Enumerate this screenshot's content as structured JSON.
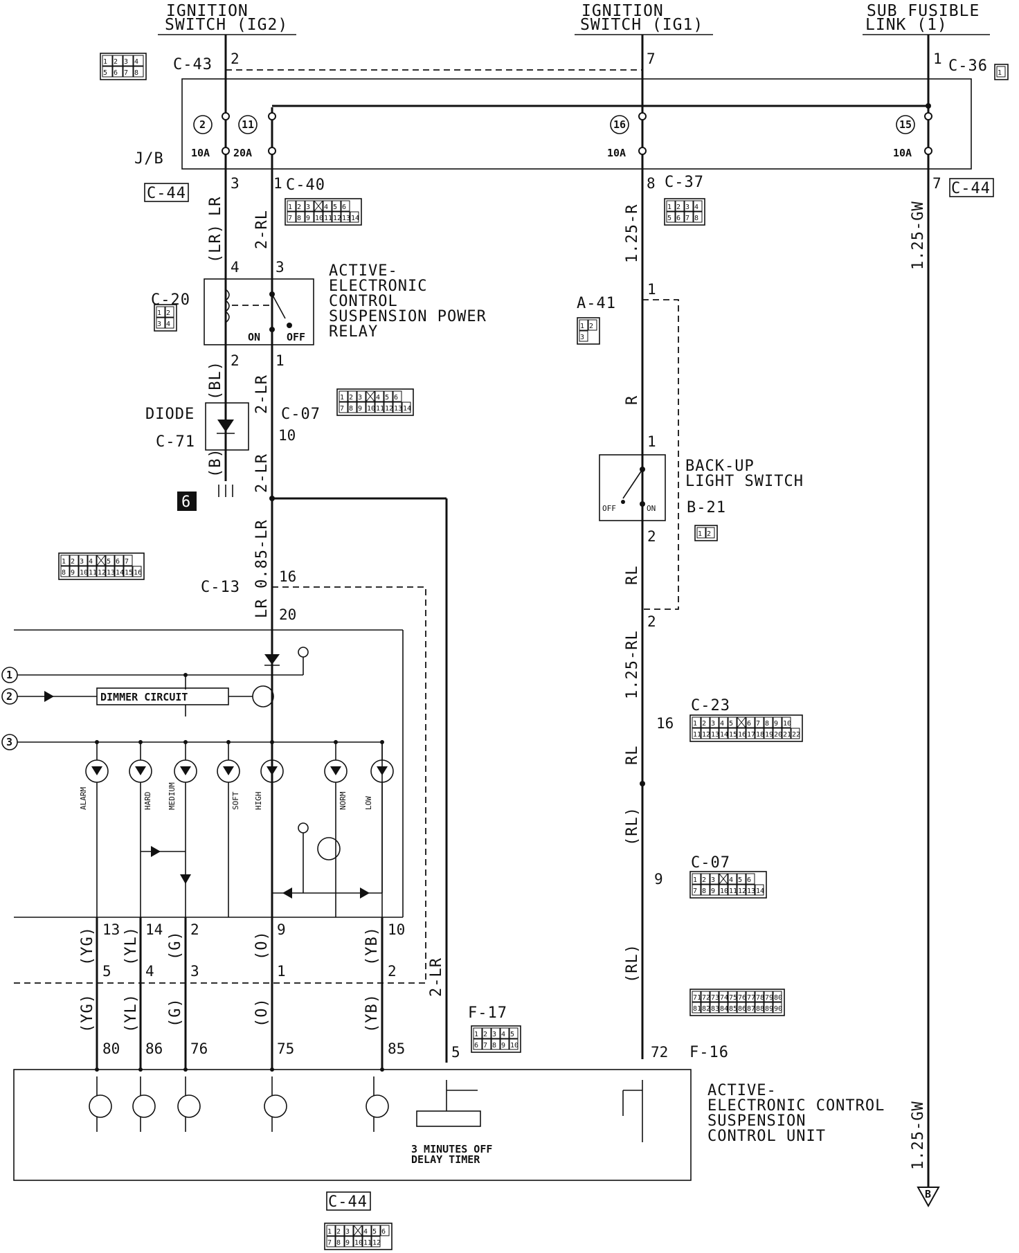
{
  "headers": {
    "ig2": [
      "IGNITION",
      "SWITCH (IG2)"
    ],
    "ig1": [
      "IGNITION",
      "SWITCH (IG1)"
    ],
    "sub_fusible": [
      "SUB FUSIBLE",
      "LINK (1)"
    ]
  },
  "connectors": {
    "c43": "C-43",
    "c36": "C-36",
    "jb": "J/B",
    "c44": "C-44",
    "c40": "C-40",
    "c37": "C-37",
    "c20": "C-20",
    "a41": "A-41",
    "c07": "C-07",
    "c71": "C-71",
    "b21": "B-21",
    "c13": "C-13",
    "c23": "C-23",
    "f17": "F-17",
    "f16": "F-16"
  },
  "fuses": {
    "f2": "2",
    "f11": "11",
    "f16": "16",
    "f15": "15",
    "a10_left": "10A",
    "a20": "20A",
    "a10_mid": "10A",
    "a10_right": "10A"
  },
  "pins": {
    "ig2_2": "2",
    "ig1_7": "7",
    "sub_1": "1",
    "jb_3": "3",
    "jb_1": "1",
    "jb_8": "8",
    "jb_7": "7",
    "relay_4": "4",
    "relay_3": "3",
    "relay_2": "2",
    "relay_1": "1",
    "a41_1": "1",
    "c07_10": "10",
    "b21_1": "1",
    "b21_2": "2",
    "c13_16": "16",
    "c13_20": "20",
    "rl_2": "2",
    "c23_16": "16",
    "c07_9": "9",
    "p13": "13",
    "p14": "14",
    "p2": "2",
    "p9": "9",
    "p10": "10",
    "q5": "5",
    "q4": "4",
    "q3": "3",
    "q1": "1",
    "q2": "2",
    "e80": "80",
    "e86": "86",
    "e76": "76",
    "e75": "75",
    "e85": "85",
    "e5": "5",
    "e72": "72"
  },
  "wire_labels": {
    "lr1": "LR",
    "lr1p": "(LR)",
    "rl2": "2-RL",
    "r125": "1.25-R",
    "gw125": "1.25-GW",
    "bl": "(BL)",
    "lr2": "2-LR",
    "b": "(B)",
    "lr3": "2-LR",
    "r": "R",
    "lr085": "0.85-LR",
    "lr4": "LR",
    "rl": "RL",
    "rl125": "1.25-RL",
    "rl3": "RL",
    "rlp1": "(RL)",
    "rlp2": "(RL)",
    "lr5": "2-LR",
    "gw125b": "1.25-GW",
    "yg1": "(YG)",
    "yl1": "(YL)",
    "g1": "(G)",
    "o1": "(O)",
    "yb1": "(YB)",
    "yg2": "(YG)",
    "yl2": "(YL)",
    "g2": "(G)",
    "o2": "(O)",
    "yb2": "(YB)"
  },
  "components": {
    "relay": [
      "ACTIVE-",
      "ELECTRONIC",
      "CONTROL",
      "SUSPENSION POWER",
      "RELAY"
    ],
    "relay_on": "ON",
    "relay_off": "OFF",
    "diode": "DIODE",
    "backup": [
      "BACK-UP",
      "LIGHT SWITCH"
    ],
    "backup_off": "OFF",
    "backup_on": "ON",
    "dimmer": "DIMMER CIRCUIT",
    "ecu": [
      "ACTIVE-",
      "ELECTRONIC CONTROL",
      "SUSPENSION",
      "CONTROL UNIT"
    ],
    "timer": [
      "3 MINUTES OFF",
      "DELAY TIMER"
    ],
    "ground_ref": "B",
    "note_6": "6"
  },
  "indicators": [
    "ALARM",
    "HARD",
    "MEDIUM",
    "SOFT",
    "HIGH",
    "NORM",
    "LOW"
  ],
  "side_refs": [
    "1",
    "2",
    "3"
  ],
  "connector_faces": {
    "c43": [
      [
        "1",
        "2",
        "3",
        "4"
      ],
      [
        "5",
        "6",
        "7",
        "8"
      ]
    ],
    "c36": [
      [
        "1"
      ]
    ],
    "c40": [
      [
        "1",
        "2",
        "3",
        "",
        "4",
        "5",
        "6"
      ],
      [
        "7",
        "8",
        "9",
        "10",
        "11",
        "12",
        "13",
        "14"
      ]
    ],
    "c37": [
      [
        "1",
        "2",
        "3",
        "4"
      ],
      [
        "5",
        "6",
        "7",
        "8"
      ]
    ],
    "c20": [
      [
        "1",
        "2"
      ],
      [
        "3",
        "4"
      ]
    ],
    "a41": [
      [
        "1",
        "2"
      ],
      [
        "3"
      ]
    ],
    "c07": [
      [
        "1",
        "2",
        "3",
        "",
        "4",
        "5",
        "6"
      ],
      [
        "7",
        "8",
        "9",
        "10",
        "11",
        "12",
        "13",
        "14"
      ]
    ],
    "b21": [
      [
        "1",
        "2"
      ]
    ],
    "c13": [
      [
        "1",
        "2",
        "3",
        "4",
        "",
        "5",
        "6",
        "7"
      ],
      [
        "8",
        "9",
        "10",
        "11",
        "12",
        "13",
        "14",
        "15",
        "16"
      ]
    ],
    "c23": [
      [
        "1",
        "2",
        "3",
        "4",
        "5",
        "",
        "6",
        "7",
        "8",
        "9",
        "10"
      ],
      [
        "11",
        "12",
        "13",
        "14",
        "15",
        "16",
        "17",
        "18",
        "19",
        "20",
        "21",
        "22"
      ]
    ],
    "c07b": [
      [
        "1",
        "2",
        "3",
        "",
        "4",
        "5",
        "6"
      ],
      [
        "7",
        "8",
        "9",
        "10",
        "11",
        "12",
        "13",
        "14"
      ]
    ],
    "f16": [
      [
        "71",
        "72",
        "73",
        "74",
        "75",
        "76",
        "77",
        "78",
        "79",
        "80"
      ],
      [
        "81",
        "82",
        "83",
        "84",
        "85",
        "86",
        "87",
        "88",
        "89",
        "90"
      ]
    ],
    "f17": [
      [
        "1",
        "2",
        "3",
        "4",
        "5"
      ],
      [
        "6",
        "7",
        "8",
        "9",
        "10"
      ]
    ],
    "c44": [
      [
        "1",
        "2",
        "3",
        "",
        "4",
        "5",
        "6"
      ],
      [
        "7",
        "8",
        "9",
        "10",
        "11",
        "12"
      ]
    ]
  }
}
